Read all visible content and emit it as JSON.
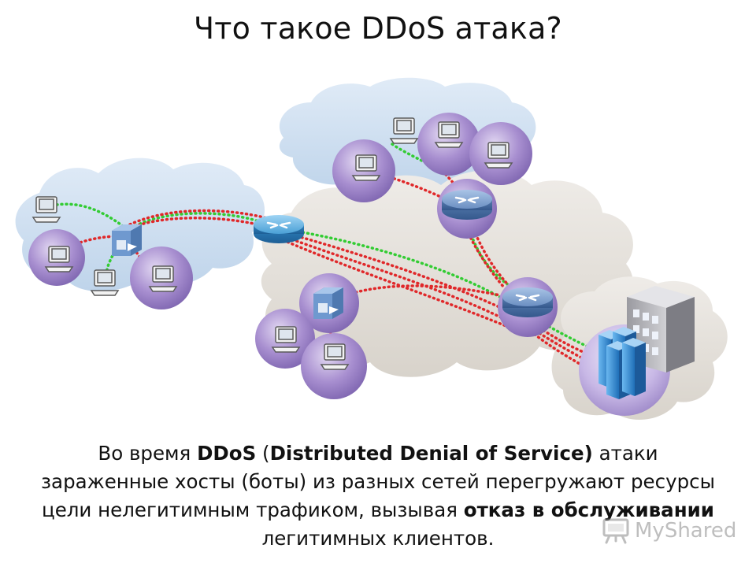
{
  "title": "Что такое DDoS атака?",
  "caption": {
    "p1": "Во время ",
    "b1": "DDoS",
    "p2": " (",
    "b2": "Distributed Denial of Service)",
    "p3": " атаки зараженные хосты (боты) из разных сетей перегружают ресурсы цели нелегитимным трафиком, вызывая ",
    "b3": "отказ в обслуживании",
    "p4": " легитимных клиентов."
  },
  "watermark": {
    "text": "MyShared",
    "icon": "slideshow-board-icon"
  },
  "diagram": {
    "colors": {
      "attack_traffic": "#e0282a",
      "legit_traffic": "#33cc33",
      "host_sphere": "#a88fd0",
      "router": "#5a7fb2",
      "core_router": "#3b8fc6",
      "cloud": "#e6e2dc",
      "cloud_blue": "#c8dcef",
      "server": "#3b8fd6"
    },
    "icons": [
      "desktop-computer-icon",
      "router-icon",
      "core-router-icon",
      "firewall-switch-icon",
      "server-rack-icon",
      "office-building-icon",
      "cloud-icon"
    ]
  }
}
